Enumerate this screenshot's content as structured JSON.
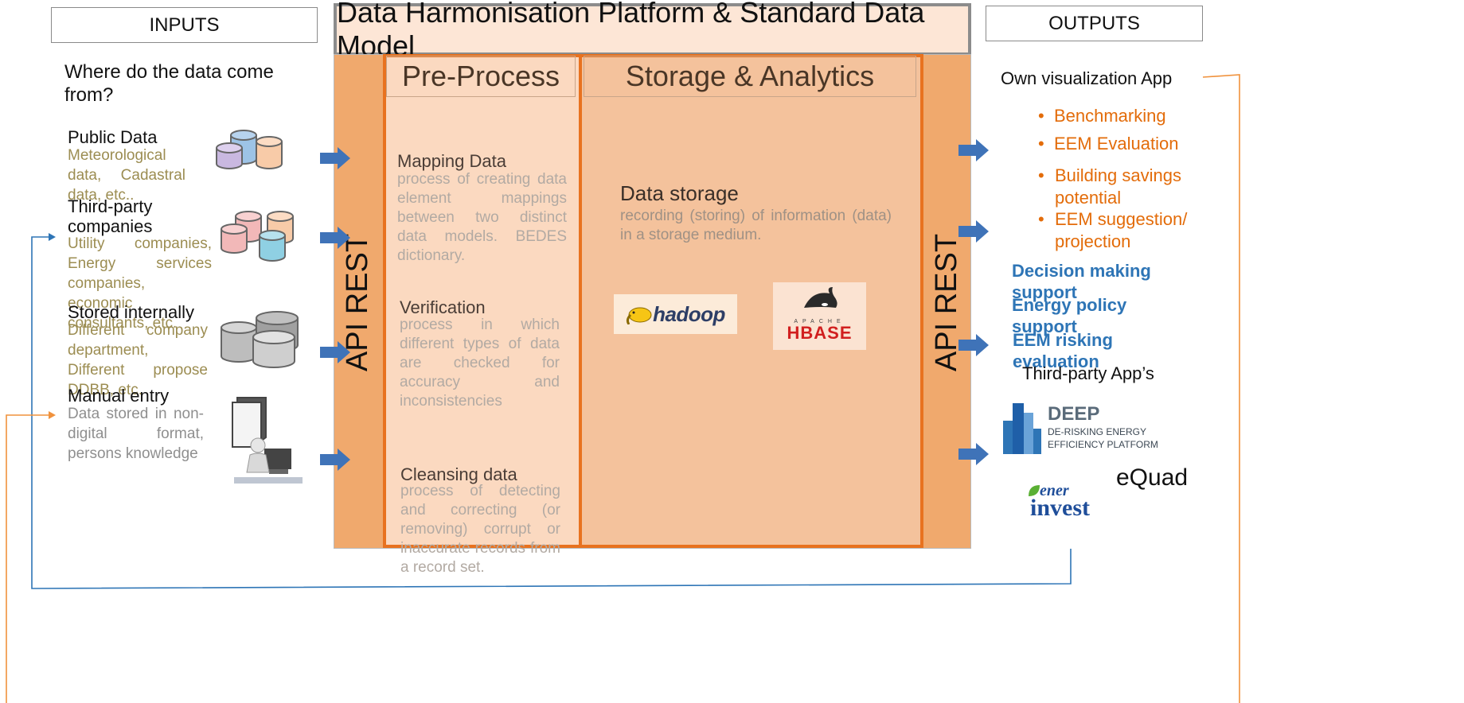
{
  "inputs_header": "INPUTS",
  "outputs_header": "OUTPUTS",
  "platform_title": "Data Harmonisation Platform & Standard Data Model",
  "inputs_question": "Where do the data come from?",
  "sources": [
    {
      "title": "Public Data",
      "desc": "Meteorological data, Cadastral data, etc.."
    },
    {
      "title": "Third-party companies",
      "desc": "Utility companies, Energy services companies, economic consultants, etc."
    },
    {
      "title": "Stored internally",
      "desc": "Different company department, Different propose DDBB, etc."
    },
    {
      "title": "Manual entry",
      "desc": "Data stored in non-digital format, persons knowledge"
    }
  ],
  "api_left": "API REST",
  "api_right": "API REST",
  "preprocess": {
    "title": "Pre-Process",
    "steps": [
      {
        "title": "Mapping Data",
        "desc": "process of creating data element mappings between two distinct data models. BEDES dictionary."
      },
      {
        "title": "Verification",
        "desc": "process in which different types of data are checked for accuracy and inconsistencies"
      },
      {
        "title": "Cleansing data",
        "desc": "process of detecting and correcting (or removing) corrupt or inaccurate records from a record set."
      }
    ]
  },
  "storage": {
    "title": "Storage & Analytics",
    "item_title": "Data storage",
    "item_desc": "recording (storing) of information (data) in a storage medium.",
    "logos": {
      "hadoop": "hadoop",
      "hbase_small": "APACHE",
      "hbase": "HBASE"
    }
  },
  "own_app": {
    "title": "Own visualization App",
    "bullets": [
      "Benchmarking",
      "EEM Evaluation",
      "Building savings potential",
      "EEM suggestion/ projection"
    ],
    "blue_items": [
      "Decision making support",
      "Energy policy support",
      "EEM risking evaluation"
    ]
  },
  "third_party": {
    "title": "Third-party App’s",
    "deep": {
      "name": "DEEP",
      "line1": "DE-RISKING ENERGY",
      "line2": "EFFICIENCY PLATFORM"
    },
    "equad": "eQuad",
    "enerinvest_1": "ener",
    "enerinvest_2": "invest"
  },
  "colors": {
    "platform_orange": "#f0a96d",
    "preprocess_fill": "#fbd9c0",
    "storage_fill": "#f4c29c",
    "border_orange": "#e8721f",
    "arrow_blue": "#3f73b8",
    "feedback_blue": "#2e75b6",
    "feedback_orange": "#f0923d",
    "bullet_orange": "#e36c0a"
  }
}
